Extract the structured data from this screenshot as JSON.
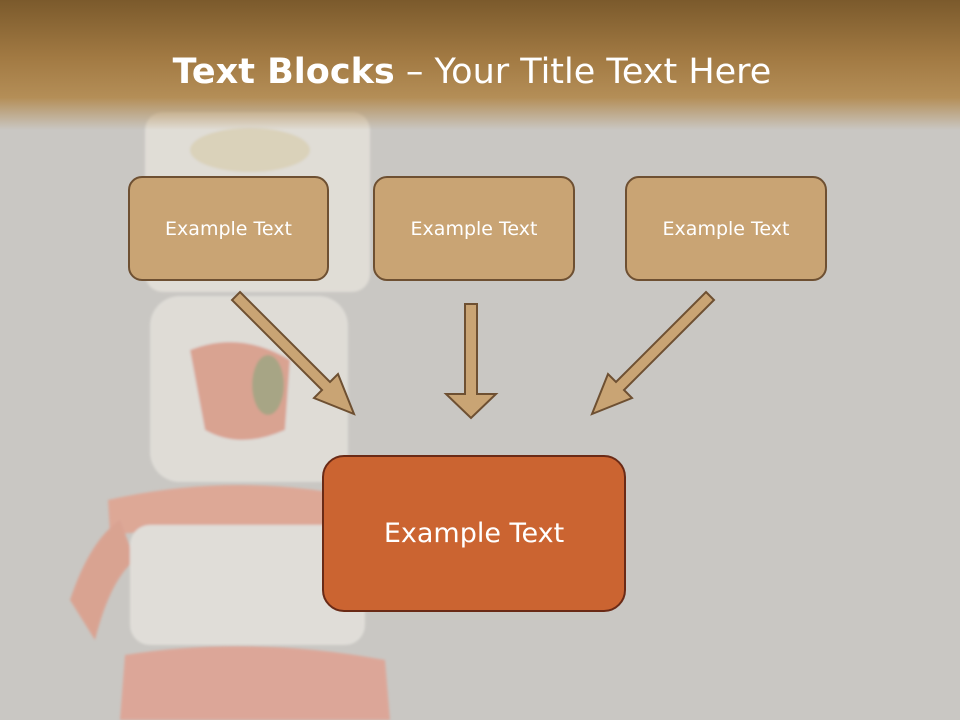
{
  "title": {
    "bold": "Text Blocks",
    "rest": " – Your Title Text Here"
  },
  "blocks": [
    {
      "label": "Example Text"
    },
    {
      "label": "Example Text"
    },
    {
      "label": "Example Text"
    }
  ],
  "main_block": {
    "label": "Example Text"
  },
  "colors": {
    "header": "#8a6631",
    "background": "#c9c7c3",
    "block_fill": "#c9a474",
    "block_border": "#6e5032",
    "main_fill": "#cb6431",
    "main_border": "#6a2a16",
    "arrow_fill": "#c9a474"
  }
}
